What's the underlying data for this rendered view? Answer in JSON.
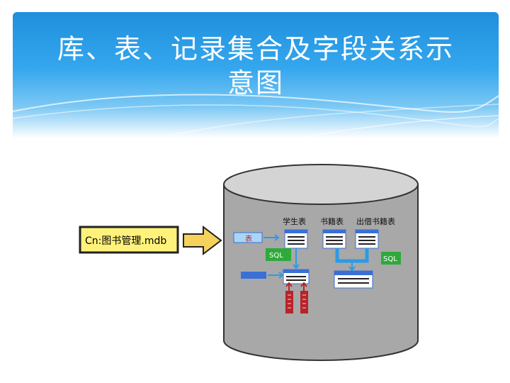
{
  "title": {
    "line1": "库、表、记录集合及字段关系示",
    "line2": "意图"
  },
  "diagram": {
    "db_label": "Cn:图书管理.mdb",
    "table_tag": "表",
    "tables": [
      "学生表",
      "书籍表",
      "出借书籍表"
    ],
    "sql_left": "SQL",
    "sql_right": "SQL"
  },
  "colors": {
    "header_blue": "#2a9be6",
    "cylinder_gray": "#a8a8a8",
    "label_yellow": "#fff27a",
    "arrow_yellow": "#f5d35a",
    "sql_green": "#2eaa3a",
    "table_blue": "#3b6fd6",
    "field_red": "#b8232a"
  }
}
